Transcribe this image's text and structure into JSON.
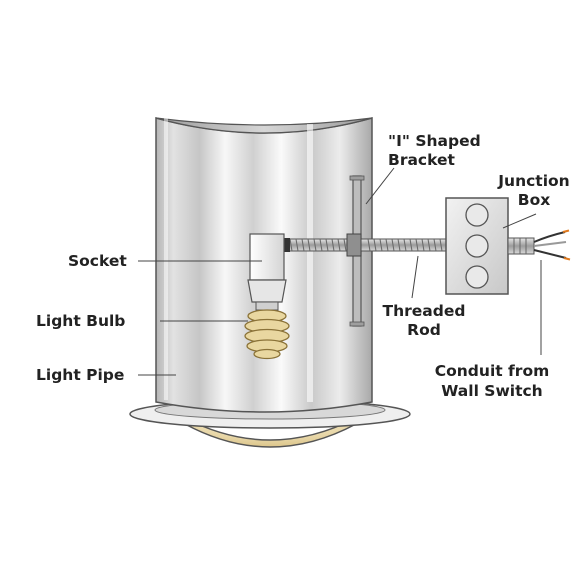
{
  "labels": {
    "i_bracket_line1": "\"I\" Shaped",
    "i_bracket_line2": "Bracket",
    "junction_line1": "Junction",
    "junction_line2": "Box",
    "socket": "Socket",
    "light_bulb": "Light Bulb",
    "light_pipe": "Light Pipe",
    "threaded_line1": "Threaded",
    "threaded_line2": "Rod",
    "conduit_line1": "Conduit from",
    "conduit_line2": "Wall Switch"
  },
  "colors": {
    "pipe_light": "#f4f4f4",
    "pipe_mid": "#cfcfcf",
    "pipe_dark": "#a9a9a9",
    "outline": "#555555",
    "bulb": "#e9d7a0",
    "lens": "#f1e2b2",
    "wire_orange": "#e07a1f",
    "leader": "#444444"
  }
}
